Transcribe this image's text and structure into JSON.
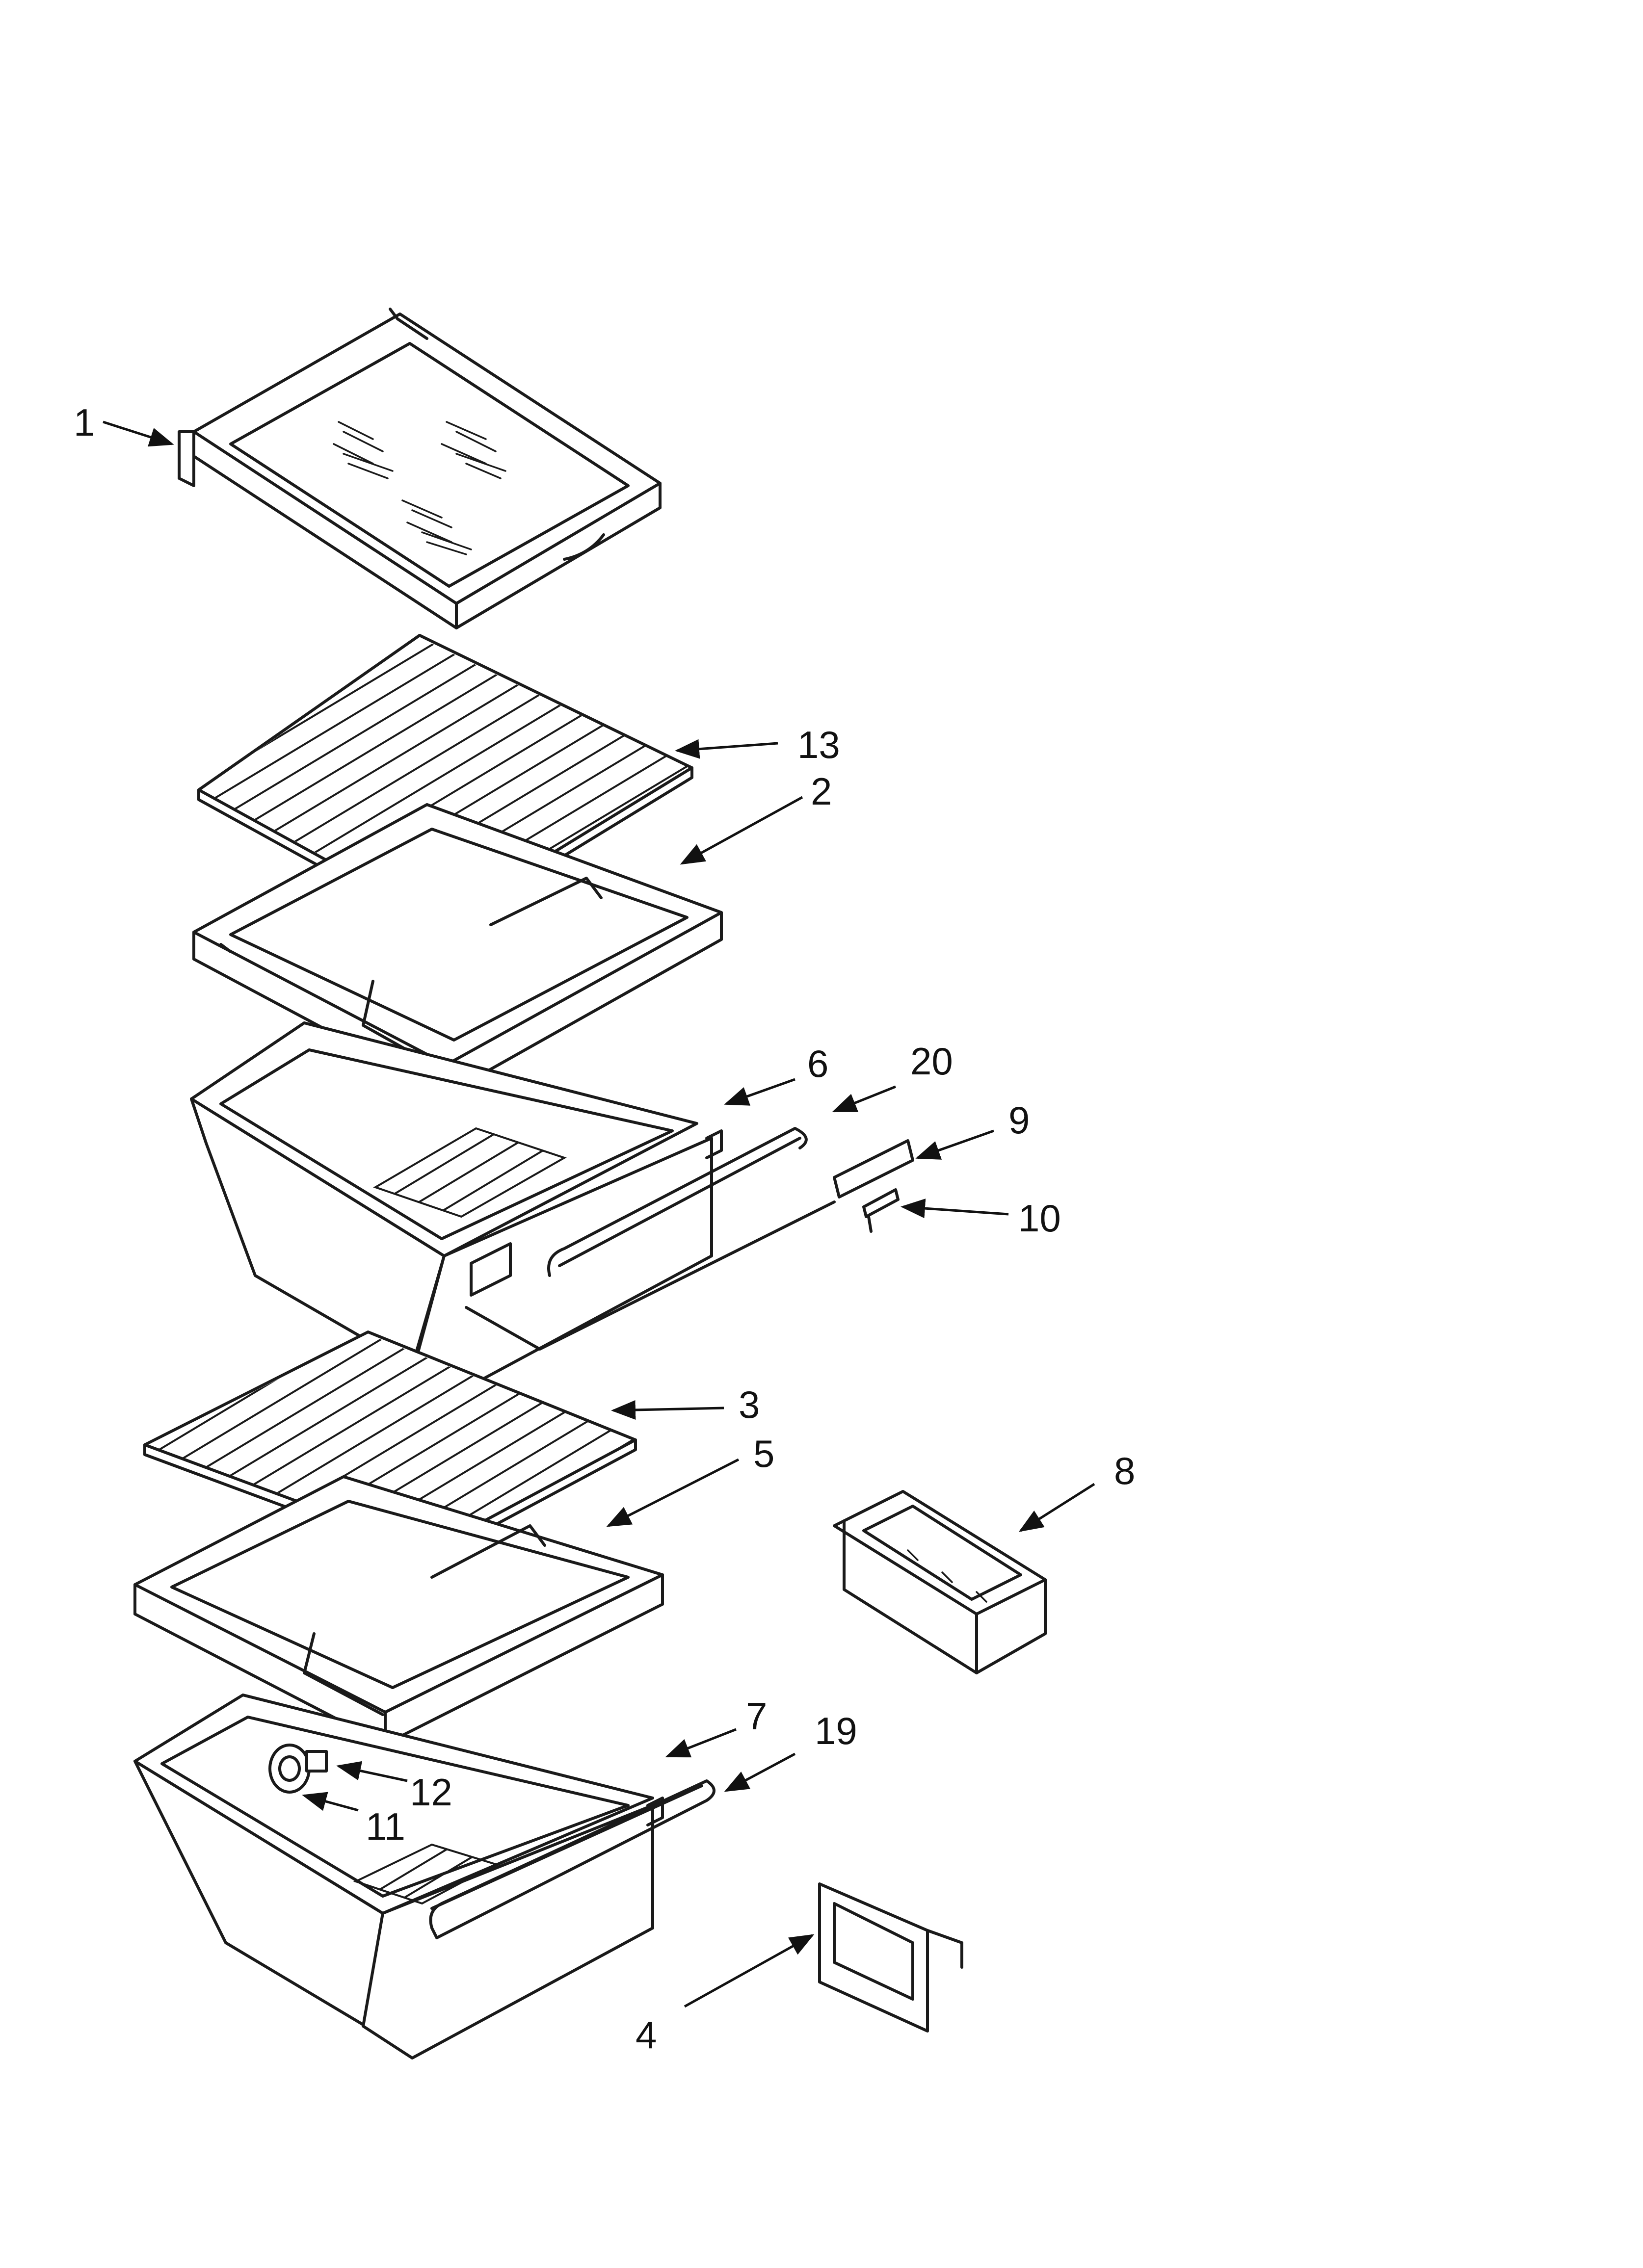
{
  "callouts": {
    "c1": "1",
    "c13": "13",
    "c2": "2",
    "c6": "6",
    "c20": "20",
    "c9": "9",
    "c10": "10",
    "c3": "3",
    "c5": "5",
    "c8": "8",
    "c7": "7",
    "c19": "19",
    "c12": "12",
    "c11": "11",
    "c4": "4"
  }
}
